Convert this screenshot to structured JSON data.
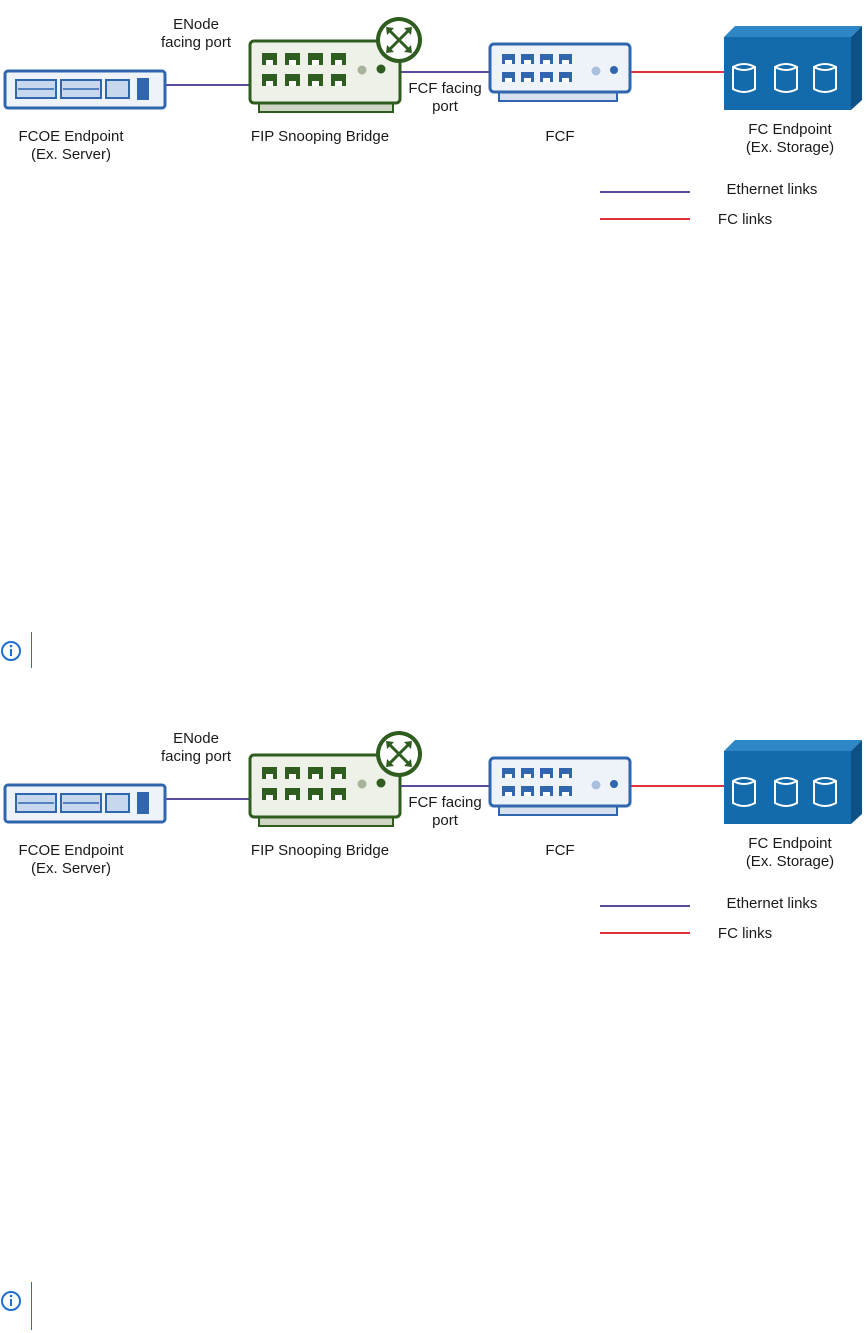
{
  "diagrams": [
    {
      "nodes": {
        "fcoe_endpoint": {
          "name": "FCOE Endpoint",
          "sub": "(Ex. Server)"
        },
        "fip_bridge": {
          "name": "FIP Snooping Bridge"
        },
        "fcf": {
          "name": "FCF"
        },
        "fc_endpoint": {
          "name": "FC Endpoint",
          "sub": "(Ex. Storage)"
        }
      },
      "port_labels": {
        "enode_line1": "ENode",
        "enode_line2": "facing port",
        "fcf_line1": "FCF facing",
        "fcf_line2": "port"
      },
      "legend": {
        "ethernet": {
          "label": "Ethernet links",
          "color": "#5b4a9e"
        },
        "fc": {
          "label": "FC links",
          "color": "#e0313a"
        }
      }
    },
    {
      "nodes": {
        "fcoe_endpoint": {
          "name": "FCOE Endpoint",
          "sub": "(Ex. Server)"
        },
        "fip_bridge": {
          "name": "FIP Snooping Bridge"
        },
        "fcf": {
          "name": "FCF"
        },
        "fc_endpoint": {
          "name": "FC Endpoint",
          "sub": "(Ex. Storage)"
        }
      },
      "port_labels": {
        "enode_line1": "ENode",
        "enode_line2": "facing port",
        "fcf_line1": "FCF facing",
        "fcf_line2": "port"
      },
      "legend": {
        "ethernet": {
          "label": "Ethernet links",
          "color": "#5b4a9e"
        },
        "fc": {
          "label": "FC links",
          "color": "#e0313a"
        }
      }
    }
  ],
  "notes": [
    {
      "icon": "info-icon"
    },
    {
      "icon": "info-icon"
    }
  ]
}
